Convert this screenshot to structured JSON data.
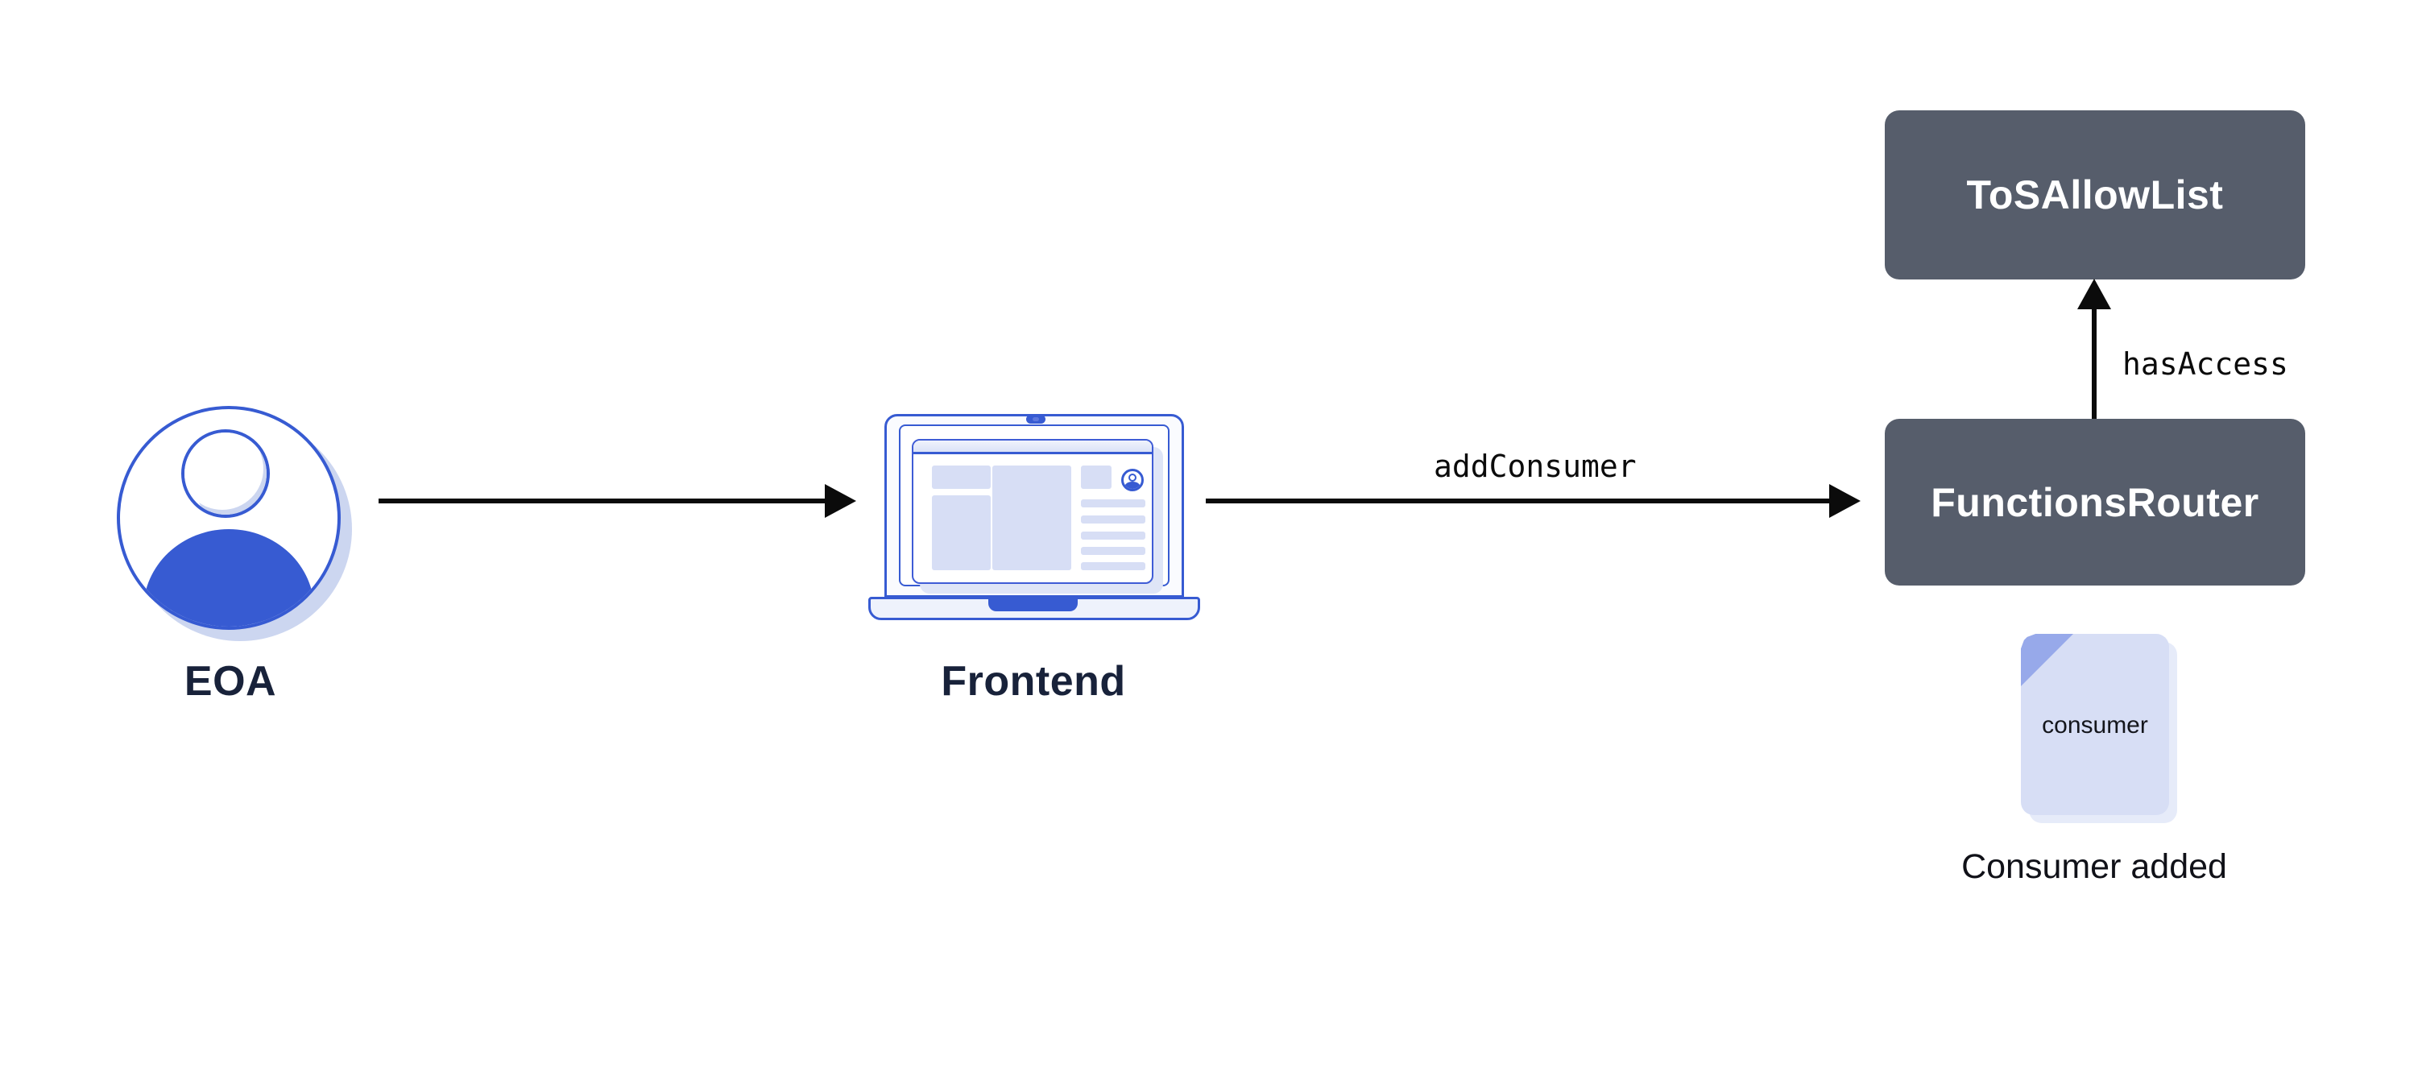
{
  "nodes": {
    "eoa": {
      "label": "EOA"
    },
    "frontend": {
      "label": "Frontend"
    },
    "tos_allow_list": {
      "label": "ToSAllowList"
    },
    "functions_router": {
      "label": "FunctionsRouter"
    },
    "consumer_doc": {
      "file_label": "consumer",
      "caption": "Consumer added"
    }
  },
  "edges": {
    "eoa_to_frontend": {
      "label": ""
    },
    "frontend_to_router": {
      "label": "addConsumer"
    },
    "router_to_allowlist": {
      "label": "hasAccess"
    }
  },
  "colors": {
    "accent_blue": "#375BD2",
    "light_periwinkle": "#D7DEF5",
    "shadow_periwinkle": "#CCD6F0",
    "fold_blue": "#97A9EA",
    "box_slate": "#565D6B",
    "label_navy": "#18223A",
    "arrow_black": "#0B0B0B",
    "background": "#FFFFFF"
  }
}
